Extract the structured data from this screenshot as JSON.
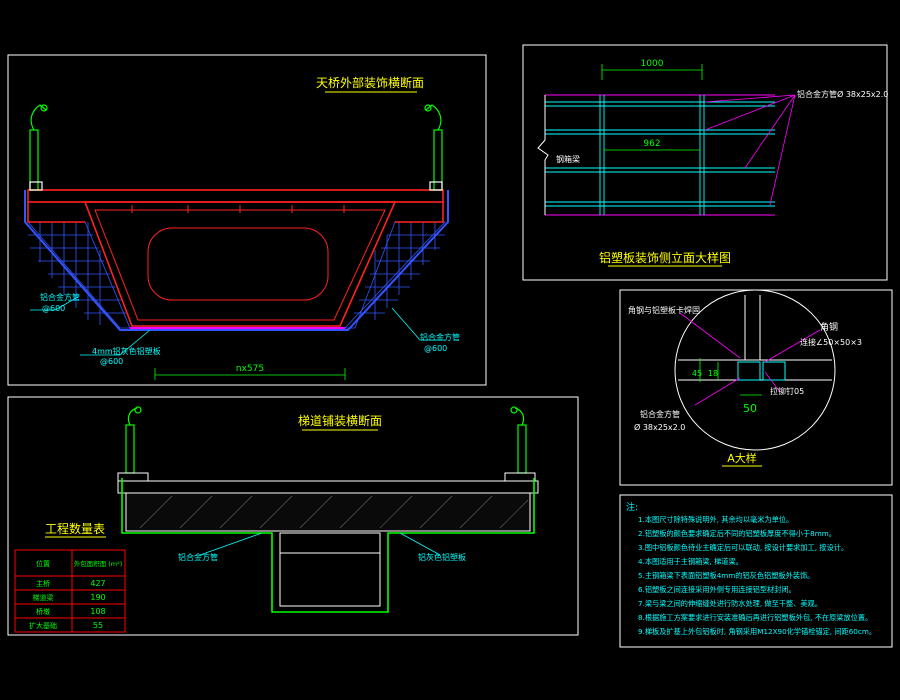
{
  "colors": {
    "background": "#000000",
    "frame": "#ffffff",
    "title": "#ffff00",
    "dim": "#00ff00",
    "leader": "#00ffff",
    "section": "#ff0000",
    "cladding": "#0000ff",
    "magenta": "#ff00ff",
    "note": "#00ffff"
  },
  "panel_a": {
    "title": "天桥外部装饰横断面",
    "label_left_pipe": "铝合金方管",
    "label_left_pipe_spacing": "@600",
    "label_bottom_plate": "4mm铝灰色铝塑板",
    "label_bottom_plate_spacing": "@600",
    "label_right_pipe": "铝合金方管",
    "label_right_pipe_spacing": "@600",
    "dim_bottom": "nx575"
  },
  "panel_b": {
    "title": "铝塑板装饰侧立面大样图",
    "dim_top": "1000",
    "dim_mid": "962",
    "label_left": "钢箱梁",
    "label_right": "铝合金方管Ø 38x25x2.0"
  },
  "panel_c": {
    "title": "A大样",
    "label_top": "角钢与铝塑板卡焊固",
    "label_angle": "角钢",
    "label_angle_spec": "连接∠50×50×3",
    "label_rivet": "拉铆钉05",
    "label_pipe": "铝合金方管",
    "label_pipe_spec": "Ø 38x25x2.0",
    "dim_50": "50",
    "dim_45": "45",
    "dim_18": "18"
  },
  "panel_d": {
    "title": "梯道铺装横断面",
    "label_left": "铝合金方管",
    "label_right": "铝灰色铝塑板"
  },
  "quantity_table": {
    "title": "工程数量表",
    "headers": [
      "位置",
      "外包面积面\n(m²)"
    ],
    "rows": [
      [
        "主桥",
        "427"
      ],
      [
        "梯道梁",
        "190"
      ],
      [
        "桥墩",
        "108"
      ],
      [
        "扩大基础",
        "55"
      ]
    ]
  },
  "notes": {
    "heading": "注:",
    "items": [
      "1.本图尺寸除特殊说明外, 其余均以毫米为单位。",
      "2.铝塑板的颜色要求确定后不同的铝塑板厚度不得小于8mm。",
      "3.图中铝板颜色待业主确定后可以联动, 按设计要求加工, 按设计。",
      "4.本图适用于主钢箱梁, 梯道梁。",
      "5.主钢箱梁下表面铝塑板4mm的铝灰色铝塑板外装饰。",
      "6.铝塑板之间连接采用外侧专用连接铝型材封闭。",
      "7.梁与梁之间的伸缩缝处进行防水处理, 做至干整、美观。",
      "8.根据施工方案要求进行安装准确后再进行铝塑板外包, 不在原梁放位置。",
      "9.梯板及扩基上外包铝板时, 角钢采用M12X90化学锚栓锚定, 间距60cm。"
    ]
  }
}
